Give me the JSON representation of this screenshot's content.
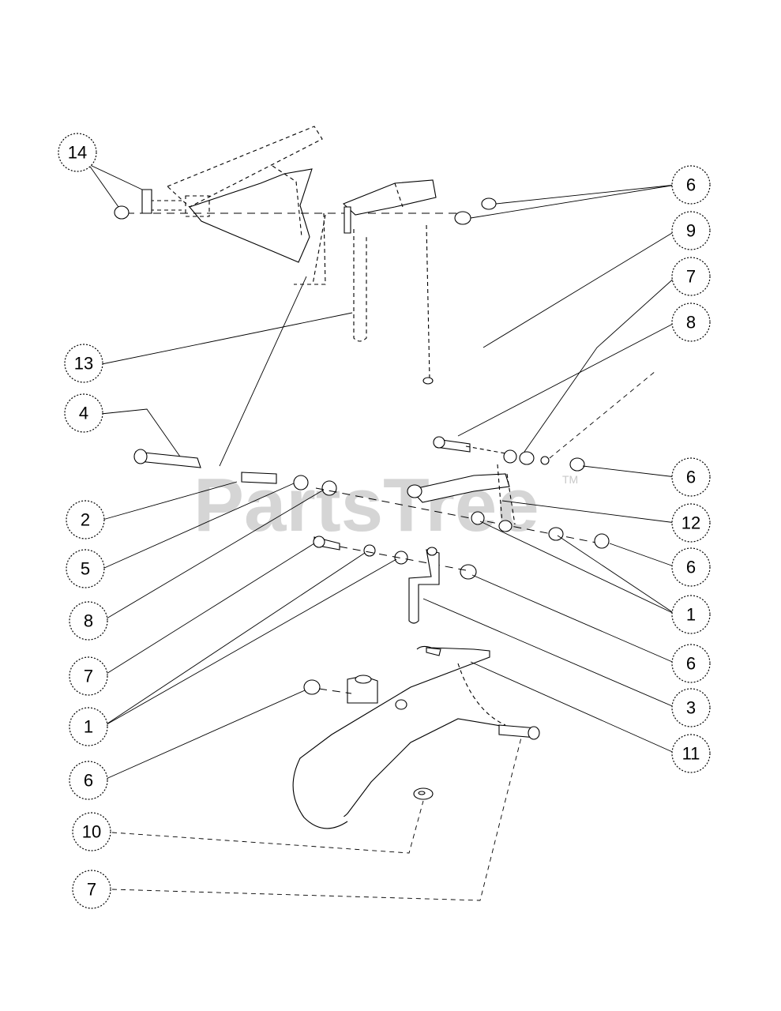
{
  "watermark": {
    "text": "PartsTree",
    "trademark": "TM"
  },
  "callouts": [
    {
      "id": "c14",
      "label": "14"
    },
    {
      "id": "c6a",
      "label": "6"
    },
    {
      "id": "c9",
      "label": "9"
    },
    {
      "id": "c7a",
      "label": "7"
    },
    {
      "id": "c8a",
      "label": "8"
    },
    {
      "id": "c13",
      "label": "13"
    },
    {
      "id": "c4",
      "label": "4"
    },
    {
      "id": "c6b",
      "label": "6"
    },
    {
      "id": "c2",
      "label": "2"
    },
    {
      "id": "c12",
      "label": "12"
    },
    {
      "id": "c5",
      "label": "5"
    },
    {
      "id": "c6c",
      "label": "6"
    },
    {
      "id": "c8b",
      "label": "8"
    },
    {
      "id": "c1a",
      "label": "1"
    },
    {
      "id": "c7b",
      "label": "7"
    },
    {
      "id": "c6d",
      "label": "6"
    },
    {
      "id": "c3",
      "label": "3"
    },
    {
      "id": "c1b",
      "label": "1"
    },
    {
      "id": "c11",
      "label": "11"
    },
    {
      "id": "c6e",
      "label": "6"
    },
    {
      "id": "c10",
      "label": "10"
    },
    {
      "id": "c7c",
      "label": "7"
    }
  ]
}
